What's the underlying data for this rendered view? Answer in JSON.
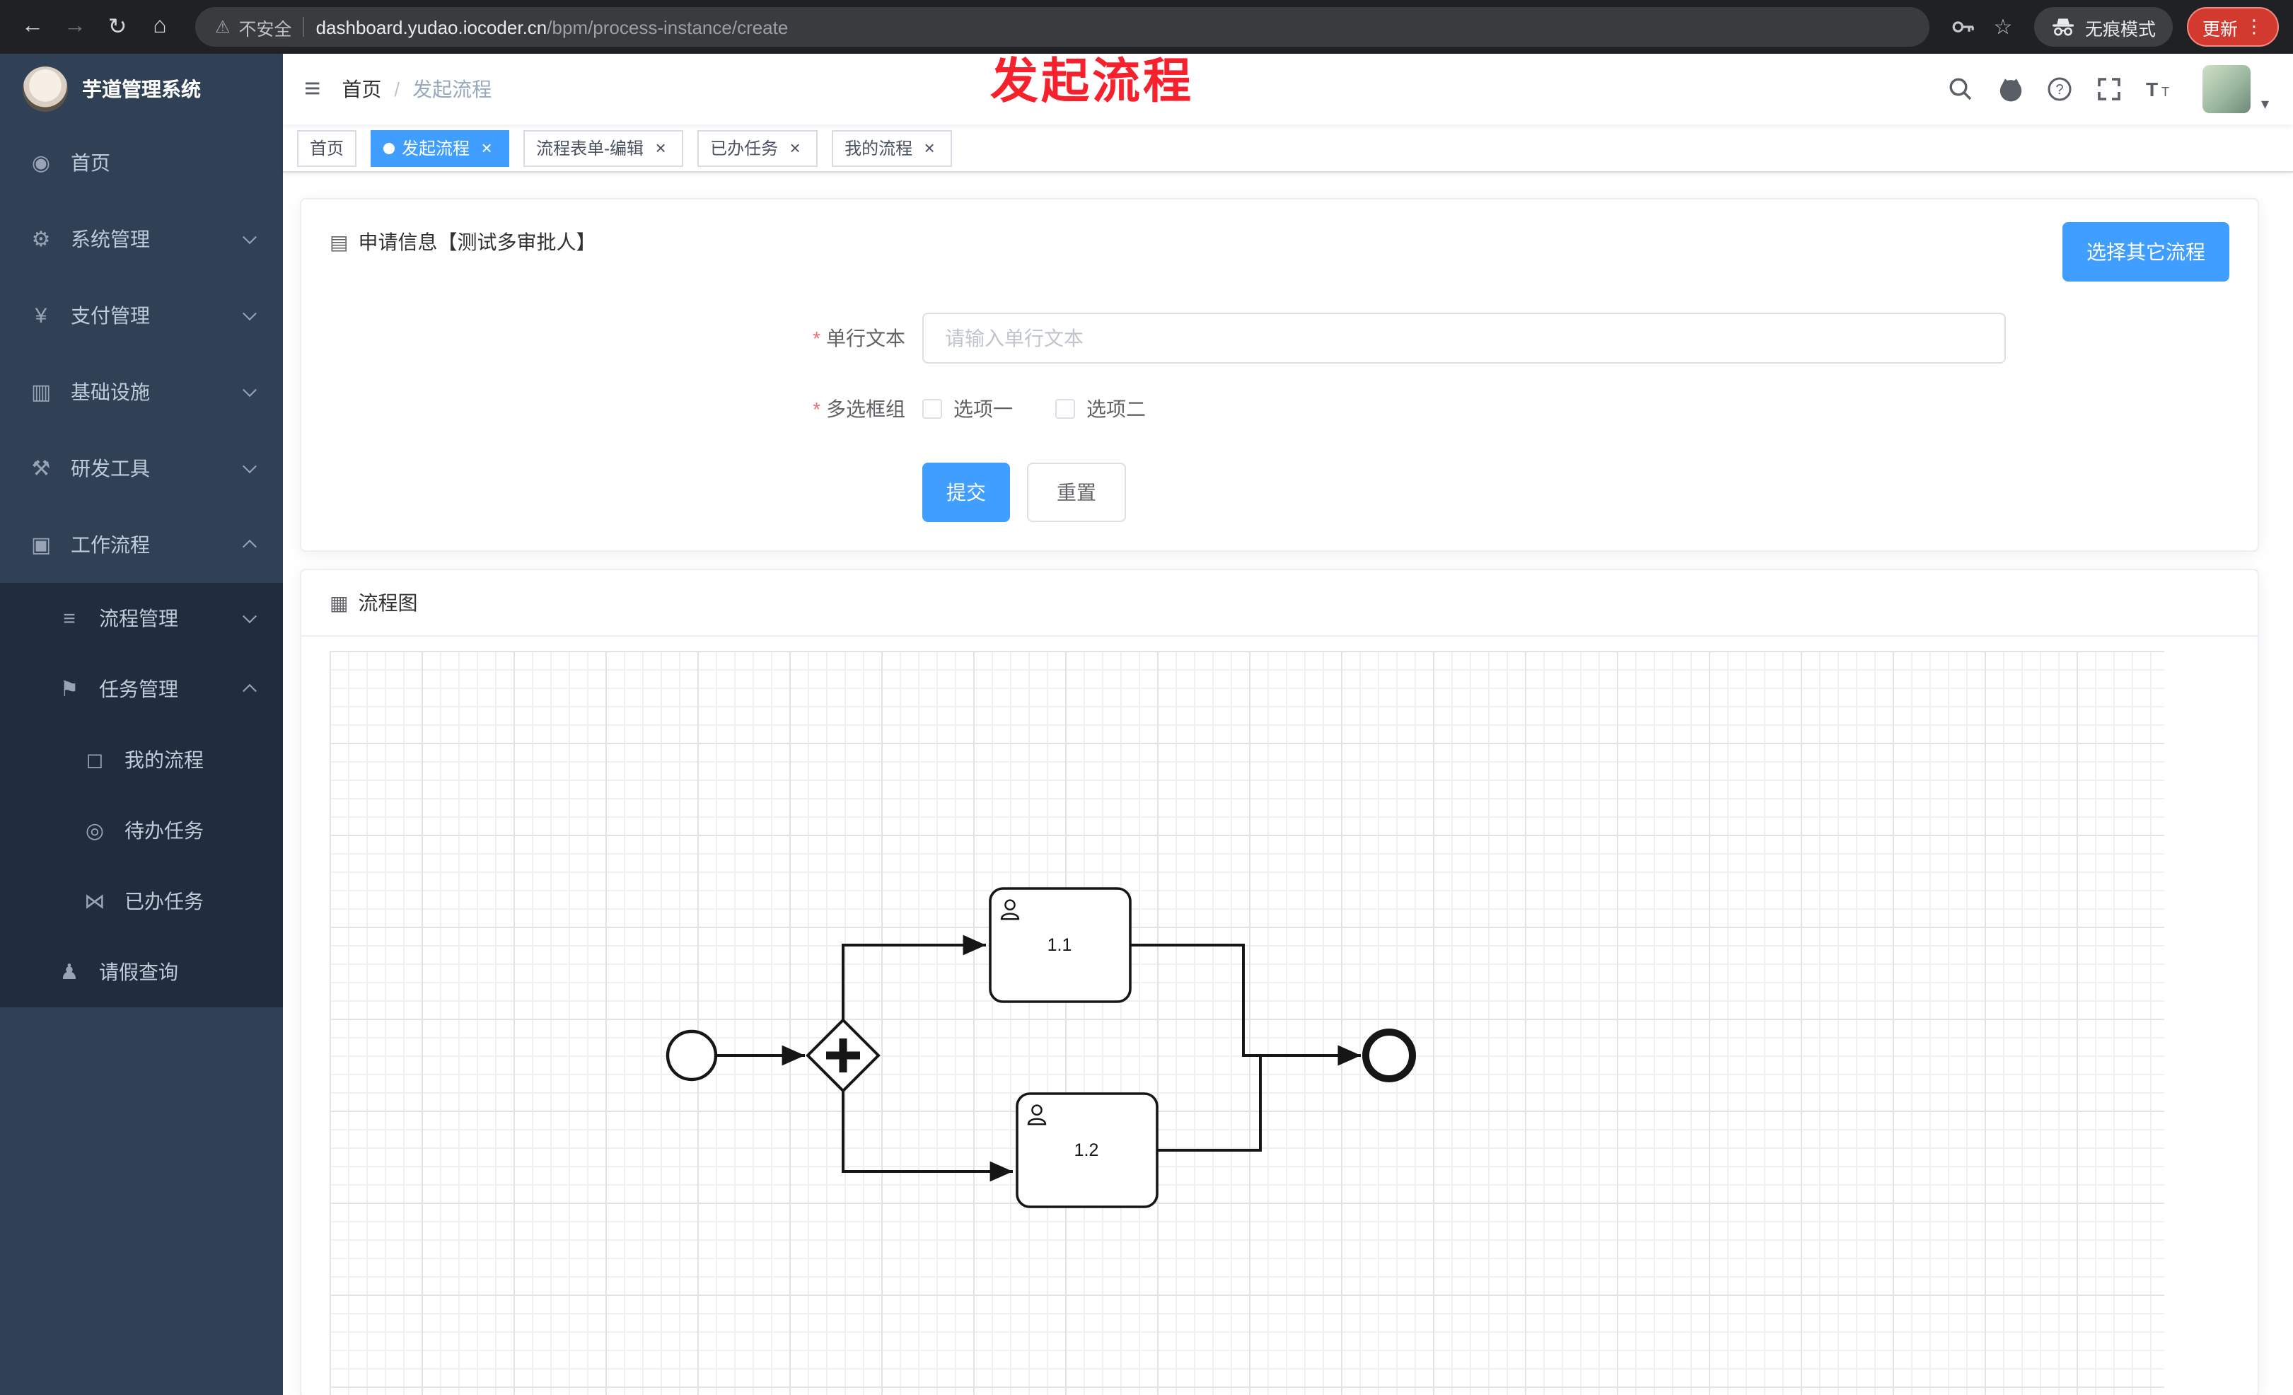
{
  "browser": {
    "security_label": "不安全",
    "url_domain": "dashboard.yudao.iocoder.cn",
    "url_path": "/bpm/process-instance/create",
    "incognito_label": "无痕模式",
    "update_label": "更新"
  },
  "annotation": "发起流程",
  "sidebar": {
    "logo_title": "芋道管理系统",
    "items": [
      {
        "label": "首页",
        "icon": "dashboard-icon"
      },
      {
        "label": "系统管理",
        "icon": "gear-icon"
      },
      {
        "label": "支付管理",
        "icon": "yen-icon"
      },
      {
        "label": "基础设施",
        "icon": "infrastructure-icon"
      },
      {
        "label": "研发工具",
        "icon": "tools-icon"
      },
      {
        "label": "工作流程",
        "icon": "workflow-icon"
      },
      {
        "label": "流程管理",
        "icon": "process-management-icon"
      },
      {
        "label": "任务管理",
        "icon": "task-management-icon"
      },
      {
        "label": "我的流程",
        "icon": "my-process-icon"
      },
      {
        "label": "待办任务",
        "icon": "todo-eye-icon"
      },
      {
        "label": "已办任务",
        "icon": "done-task-icon"
      },
      {
        "label": "请假查询",
        "icon": "person-icon"
      }
    ]
  },
  "breadcrumb": {
    "root": "首页",
    "separator": "/",
    "current": "发起流程"
  },
  "tabs": [
    {
      "label": "首页",
      "active": false,
      "closable": false
    },
    {
      "label": "发起流程",
      "active": true,
      "closable": true
    },
    {
      "label": "流程表单-编辑",
      "active": false,
      "closable": true
    },
    {
      "label": "已办任务",
      "active": false,
      "closable": true
    },
    {
      "label": "我的流程",
      "active": false,
      "closable": true
    }
  ],
  "form_card": {
    "title": "申请信息【测试多审批人】",
    "choose_other": "选择其它流程",
    "field_text": {
      "label": "单行文本",
      "required": true,
      "placeholder": "请输入单行文本",
      "value": ""
    },
    "field_check": {
      "label": "多选框组",
      "required": true,
      "options": [
        "选项一",
        "选项二"
      ],
      "checked": [
        false,
        false
      ]
    },
    "submit": "提交",
    "reset": "重置"
  },
  "diagram_card": {
    "title": "流程图",
    "task1": "1.1",
    "task2": "1.2"
  },
  "colors": {
    "primary": "#409eff",
    "sidebar_bg": "#304156",
    "sidebar_sub_bg": "#1f2d3d",
    "annotation_red": "#f5222d",
    "update_chip": "#d33a2f"
  }
}
